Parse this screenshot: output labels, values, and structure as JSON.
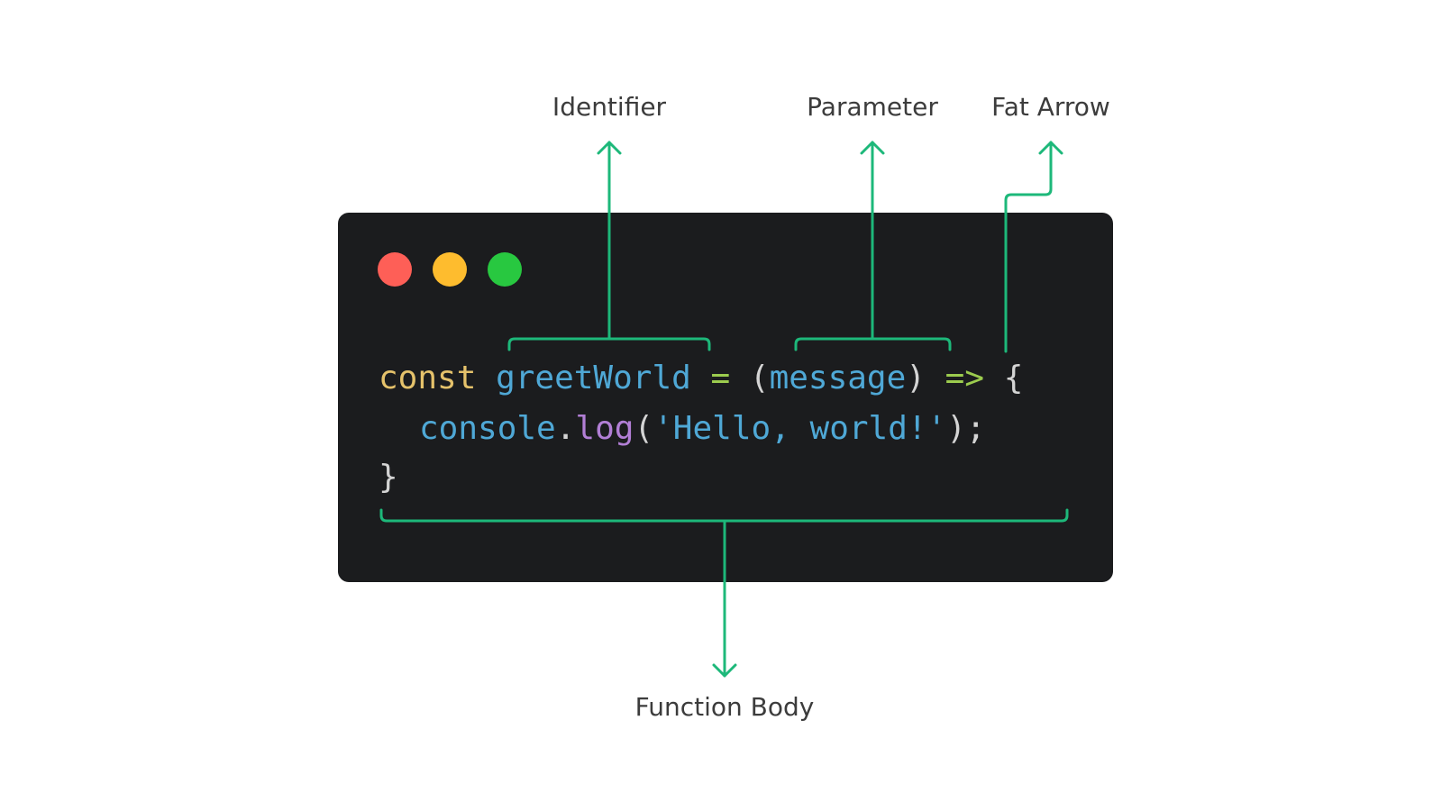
{
  "labels": {
    "identifier": "Identifier",
    "parameter": "Parameter",
    "fat_arrow": "Fat Arrow",
    "function_body": "Function Body"
  },
  "code": {
    "line1": {
      "keyword": "const",
      "identifier": "greetWorld",
      "assign": "=",
      "open_paren": "(",
      "param": "message",
      "close_paren": ")",
      "arrow": "=>",
      "open_brace": "{"
    },
    "line2": {
      "object": "console",
      "dot": ".",
      "method": "log",
      "open_paren": "(",
      "string": "'Hello, world!'",
      "close_paren": ")",
      "semicolon": ";"
    },
    "line3": {
      "close_brace": "}"
    }
  },
  "colors": {
    "annotation": "#1db87a",
    "window_bg": "#1b1c1e",
    "keyword": "#e5c26b",
    "identifier": "#4fa8d6",
    "operator": "#9ccc4e",
    "punctuation": "#d4d4d4",
    "method": "#b27fd6",
    "dot_red": "#fe5f57",
    "dot_yellow": "#febc2e",
    "dot_green": "#28c840"
  }
}
